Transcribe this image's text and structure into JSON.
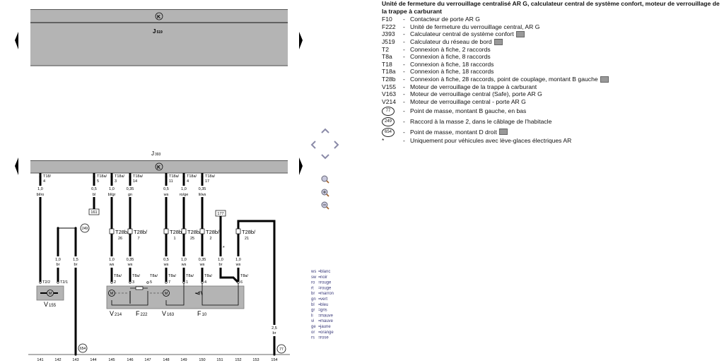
{
  "colors": {
    "box_fill": "#b4b4b4",
    "wire": "#000000",
    "legend_text": "#3a3a7a"
  },
  "diagram": {
    "j519_label": "J",
    "j519_sub": "519",
    "j393_label": "J",
    "j393_sub": "393",
    "ground_symbol": "K",
    "columns": [
      "141",
      "142",
      "143",
      "144",
      "145",
      "146",
      "147",
      "148",
      "149",
      "150",
      "151",
      "152",
      "153",
      "154"
    ],
    "top_wires": [
      {
        "pin": "T18/",
        "num": "4",
        "gauge": "1,0",
        "color": "bl/ro"
      },
      {
        "pin": "T18a/",
        "num": "5",
        "gauge": "0,5",
        "color": "bl"
      },
      {
        "pin": "T18a/",
        "num": "3",
        "gauge": "1,0",
        "color": "bl/gr"
      },
      {
        "pin": "T18a/",
        "num": "14",
        "gauge": "0,35",
        "color": "gn"
      },
      {
        "pin": "T18a/",
        "num": "11",
        "gauge": "0,5",
        "color": "ws"
      },
      {
        "pin": "T18a/",
        "num": "4",
        "gauge": "1,0",
        "color": "ro/ge"
      },
      {
        "pin": "T18a/",
        "num": "17",
        "gauge": "0,35",
        "color": "li/ws"
      }
    ],
    "couplings": [
      {
        "pin": "T28b/",
        "num": "26"
      },
      {
        "pin": "T28b/",
        "num": "7"
      },
      {
        "pin": "T28b/",
        "num": "1"
      },
      {
        "pin": "T28b/",
        "num": "25"
      },
      {
        "pin": "T28b/",
        "num": "2"
      },
      {
        "pin": "T28b/",
        "num": "21"
      }
    ],
    "lower_wires": [
      {
        "gauge": "1,0",
        "color": "br"
      },
      {
        "gauge": "1,5",
        "color": "br"
      },
      {
        "gauge": "1,0",
        "color": "ws"
      },
      {
        "gauge": "0,35",
        "color": "ws"
      },
      {
        "gauge": "0,5",
        "color": "ws"
      },
      {
        "gauge": "1,0",
        "color": "ws"
      },
      {
        "gauge": "0,35",
        "color": "ws"
      },
      {
        "gauge": "1,0",
        "color": "br"
      },
      {
        "gauge": "1,0",
        "color": "ws"
      },
      {
        "gauge": "2,5",
        "color": "br"
      }
    ],
    "pins": [
      {
        "pin": "T2/2",
        "num": ""
      },
      {
        "pin": "T2/1",
        "num": ""
      },
      {
        "pin": "T8a/",
        "num": "2"
      },
      {
        "pin": "T8a/",
        "num": "3"
      },
      {
        "pin": "T8a/",
        "num": "5"
      },
      {
        "pin": "T8a/",
        "num": "7"
      },
      {
        "pin": "T8a/",
        "num": "1"
      },
      {
        "pin": "T8a/",
        "num": "4"
      },
      {
        "pin": "T8a/",
        "num": "6"
      }
    ],
    "boxes": {
      "b161": "161",
      "b177": "177"
    },
    "grounds": {
      "g249": "249",
      "g654": "654",
      "g77": "77"
    },
    "asterisk": "*",
    "components": [
      {
        "main": "V",
        "sub": "155"
      },
      {
        "main": "V",
        "sub": "214"
      },
      {
        "main": "F",
        "sub": "222"
      },
      {
        "main": "V",
        "sub": "163"
      },
      {
        "main": "F",
        "sub": "10"
      }
    ],
    "motor_symbol": "M",
    "color_legend": [
      {
        "abbr": "ws",
        "name": "blanc"
      },
      {
        "abbr": "sw",
        "name": "noir"
      },
      {
        "abbr": "ro",
        "name": "rouge"
      },
      {
        "abbr": "rt",
        "name": "rouge"
      },
      {
        "abbr": "br",
        "name": "marron"
      },
      {
        "abbr": "gn",
        "name": "vert"
      },
      {
        "abbr": "bl",
        "name": "bleu"
      },
      {
        "abbr": "gr",
        "name": "gris"
      },
      {
        "abbr": "li",
        "name": "mauve"
      },
      {
        "abbr": "vi",
        "name": "mauve"
      },
      {
        "abbr": "ge",
        "name": "jaune"
      },
      {
        "abbr": "or",
        "name": "orange"
      },
      {
        "abbr": "rs",
        "name": "rose"
      }
    ]
  },
  "legend": {
    "title": "Unité de fermeture du verrouillage centralisé AR G, calculateur central de système confort, moteur de verrouillage de la trappe à carburant",
    "items": [
      {
        "code": "F10",
        "text": "Contacteur de porte AR G",
        "camera": false
      },
      {
        "code": "F222",
        "text": "Unité de fermeture du verrouillage central, AR G",
        "camera": false
      },
      {
        "code": "J393",
        "text": "Calculateur central de système confort",
        "camera": true
      },
      {
        "code": "J519",
        "text": "Calculateur du réseau de bord",
        "camera": true
      },
      {
        "code": "T2",
        "text": "Connexion à fiche, 2 raccords",
        "camera": false
      },
      {
        "code": "T8a",
        "text": "Connexion à fiche, 8 raccords",
        "camera": false
      },
      {
        "code": "T18",
        "text": "Connexion à fiche, 18 raccords",
        "camera": false
      },
      {
        "code": "T18a",
        "text": "Connexion à fiche, 18 raccords",
        "camera": false
      },
      {
        "code": "T28b",
        "text": "Connexion à fiche, 28 raccords, point de couplage, montant B gauche",
        "camera": true
      },
      {
        "code": "V155",
        "text": "Moteur de verrouillage de la trappe à carburant",
        "camera": false
      },
      {
        "code": "V163",
        "text": "Moteur de verrouillage central (Safe), porte AR G",
        "camera": false
      },
      {
        "code": "V214",
        "text": "Moteur de verrouillage central - porte AR G",
        "camera": false
      },
      {
        "code": "77",
        "circle": true,
        "text": "Point de masse, montant B gauche, en bas",
        "camera": false
      },
      {
        "code": "249",
        "circle": true,
        "text": "Raccord à la masse 2, dans le câblage de l'habitacle",
        "camera": false
      },
      {
        "code": "654",
        "circle": true,
        "text": "Point de masse, montant D droit",
        "camera": true
      },
      {
        "code": "*",
        "text": "Uniquement pour véhicules avec lève-glaces électriques AR",
        "camera": false
      }
    ]
  },
  "controls": {
    "prev_page_top": "previous-page",
    "next_page_top": "next-page",
    "pan": [
      "up",
      "left",
      "right",
      "down"
    ],
    "zoom": [
      "zoom-fit",
      "zoom-in",
      "zoom-out"
    ]
  }
}
